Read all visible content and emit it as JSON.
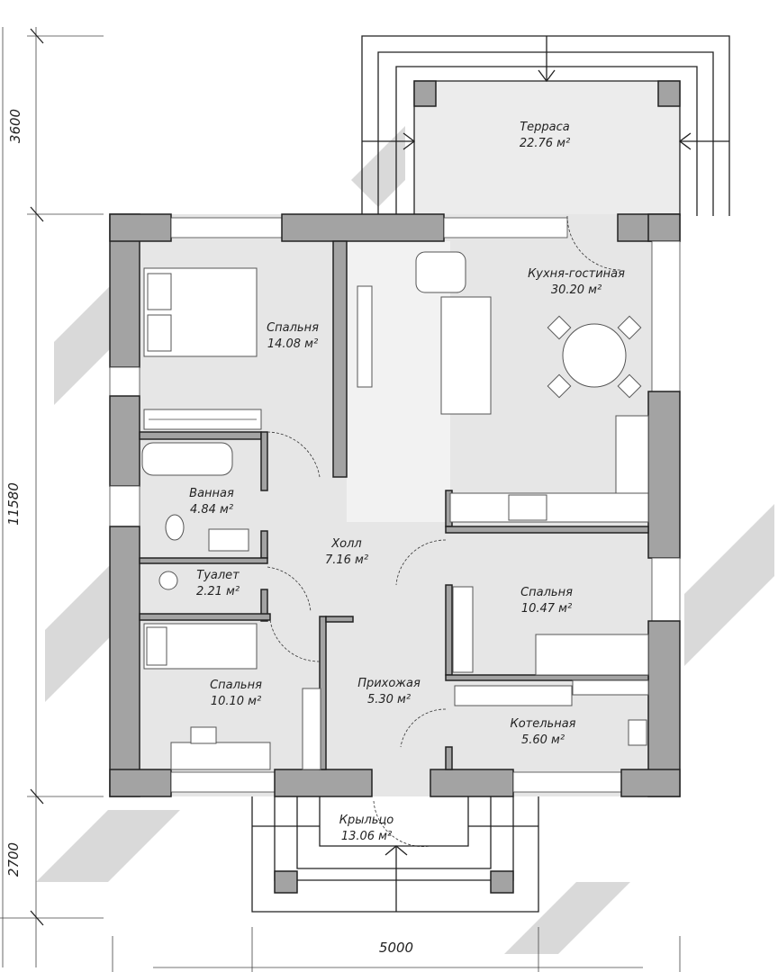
{
  "plan": {
    "rooms": [
      {
        "name": "Терраса",
        "area": "22.76 м²"
      },
      {
        "name": "Кухня-гостиная",
        "area": "30.20 м²"
      },
      {
        "name": "Спальня",
        "area": "14.08 м²"
      },
      {
        "name": "Ванная",
        "area": "4.84 м²"
      },
      {
        "name": "Холл",
        "area": "7.16 м²"
      },
      {
        "name": "Туалет",
        "area": "2.21 м²"
      },
      {
        "name": "Спальня",
        "area": "10.47 м²"
      },
      {
        "name": "Спальня",
        "area": "10.10 м²"
      },
      {
        "name": "Прихожая",
        "area": "5.30 м²"
      },
      {
        "name": "Котельная",
        "area": "5.60 м²"
      },
      {
        "name": "Крыльцо",
        "area": "13.06 м²"
      }
    ],
    "dimensions": {
      "terrace_depth": "3600",
      "house_length": "11580",
      "porch_depth": "2700",
      "porch_width": "5000"
    },
    "colors": {
      "wall": "#a3a3a3",
      "floor": "#e6e6e6",
      "line": "#222222"
    }
  }
}
